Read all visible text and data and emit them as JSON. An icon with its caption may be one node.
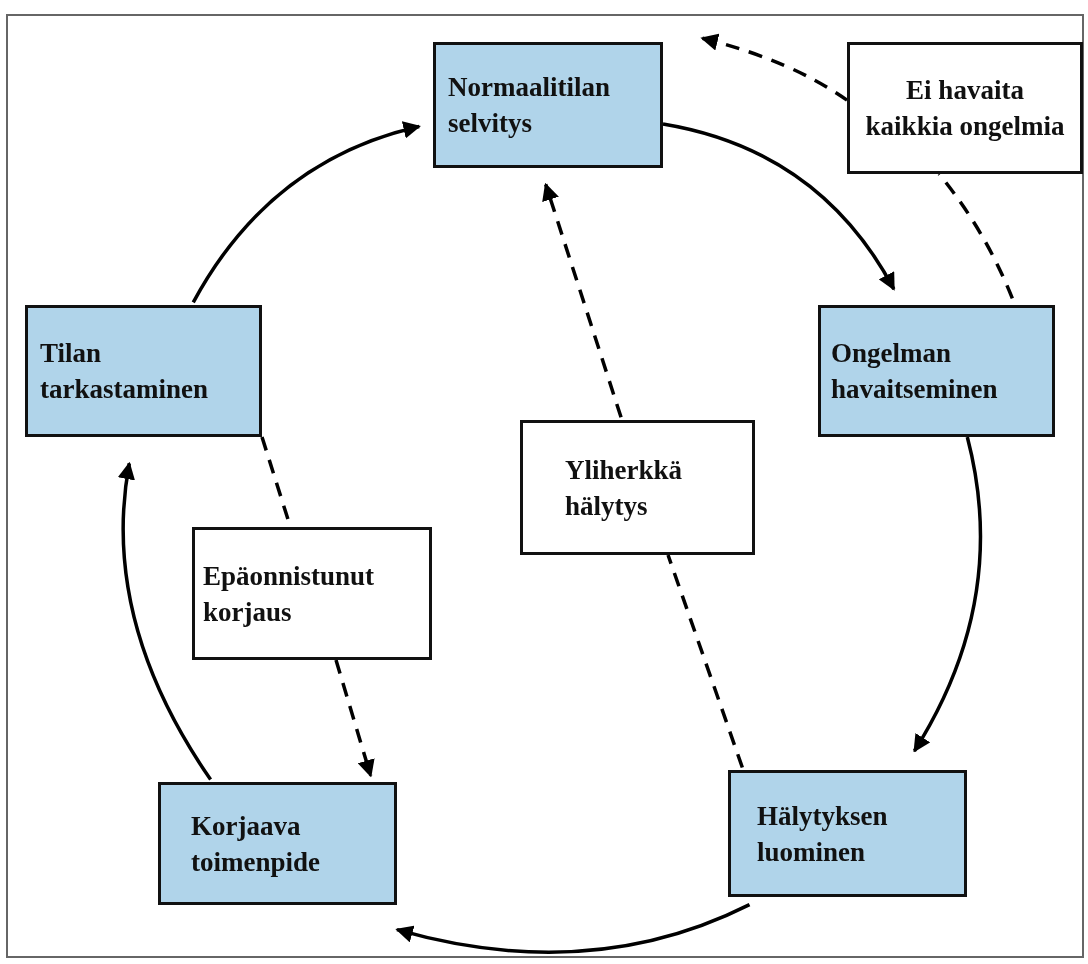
{
  "diagram": {
    "nodes": [
      {
        "text": [
          "Normaalitilan selvitys"
        ]
      },
      {
        "text": [
          "Ongelman havaitseminen"
        ]
      },
      {
        "text": [
          "Hälytyksen luominen"
        ]
      },
      {
        "text": [
          "Korjaava toimenpide"
        ]
      },
      {
        "text": [
          "Tilan tarkastaminen"
        ]
      },
      {
        "text": [
          "Ei havaita kaikkia ongelmia"
        ]
      },
      {
        "text": [
          "Yliherkkä hälytys"
        ]
      },
      {
        "text": [
          "Epäonnistunut korjaus"
        ]
      }
    ],
    "edges": [
      {
        "from": 0,
        "to": 1,
        "arrow": "to"
      },
      {
        "from": 1,
        "to": 2,
        "arrow": "to"
      },
      {
        "from": 2,
        "to": 3,
        "arrow": "to"
      },
      {
        "from": 3,
        "to": 4,
        "arrow": "to"
      },
      {
        "from": 4,
        "to": 0,
        "arrow": "to"
      },
      {
        "from": 1,
        "to": 5,
        "arrow": "none",
        "style": "dashed"
      },
      {
        "from": 5,
        "to": 0,
        "arrow": "to",
        "style": "dashed"
      },
      {
        "from": 2,
        "to": 6,
        "arrow": "none",
        "style": "dashed"
      },
      {
        "from": 6,
        "to": 0,
        "arrow": "to",
        "style": "dashed"
      },
      {
        "from": 4,
        "to": 7,
        "arrow": "none",
        "style": "dashed"
      },
      {
        "from": 7,
        "to": 3,
        "arrow": "to",
        "style": "dashed"
      }
    ]
  }
}
